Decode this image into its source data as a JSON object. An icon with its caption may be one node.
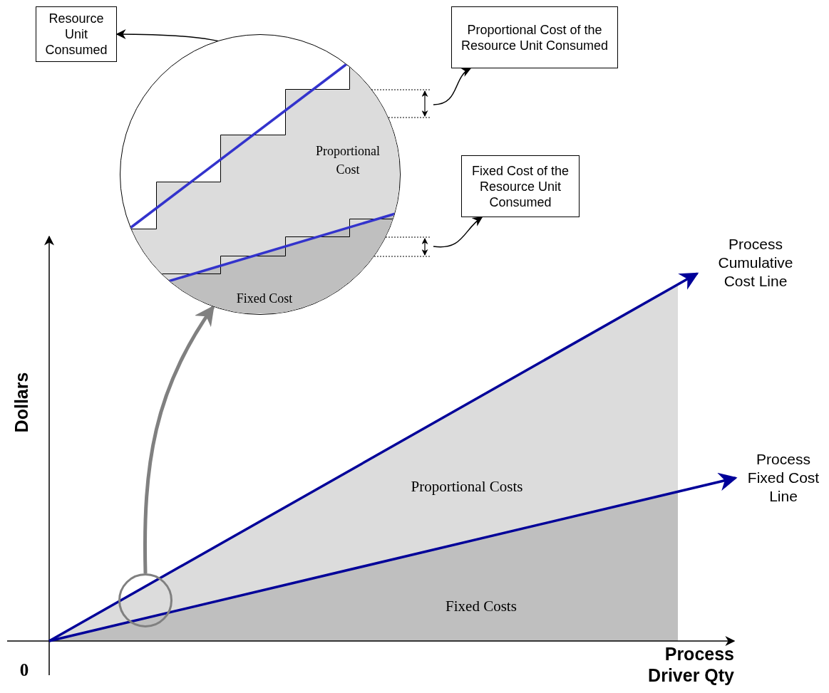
{
  "diagram": {
    "nodes": [
      {
        "text": [
          "Resource Unit Consumed"
        ]
      },
      {
        "text": [
          "Proportional Cost of the Resource Unit Consumed"
        ]
      },
      {
        "text": [
          "Proportional Cost",
          "Fixed Cost"
        ]
      },
      {
        "text": [
          "Fixed Cost of the  Resource Unit Consumed"
        ]
      },
      {
        "text": [],
        "shape": "circle"
      }
    ],
    "edges": [
      {
        "from": 2,
        "to": 0,
        "arrow": "to"
      },
      {
        "from": null,
        "to": 1,
        "arrow": "to"
      },
      {
        "from": null,
        "to": 3,
        "arrow": "to"
      },
      {
        "from": 4,
        "to": 2,
        "arrow": "to",
        "style": "thick",
        "color": "#808080"
      }
    ],
    "labels": [
      "Process Cumulative Cost Line",
      "Dollars",
      "Process Fixed Cost Line",
      "Proportional Costs",
      "Fixed Costs",
      "0",
      "Process Driver Qty"
    ]
  }
}
